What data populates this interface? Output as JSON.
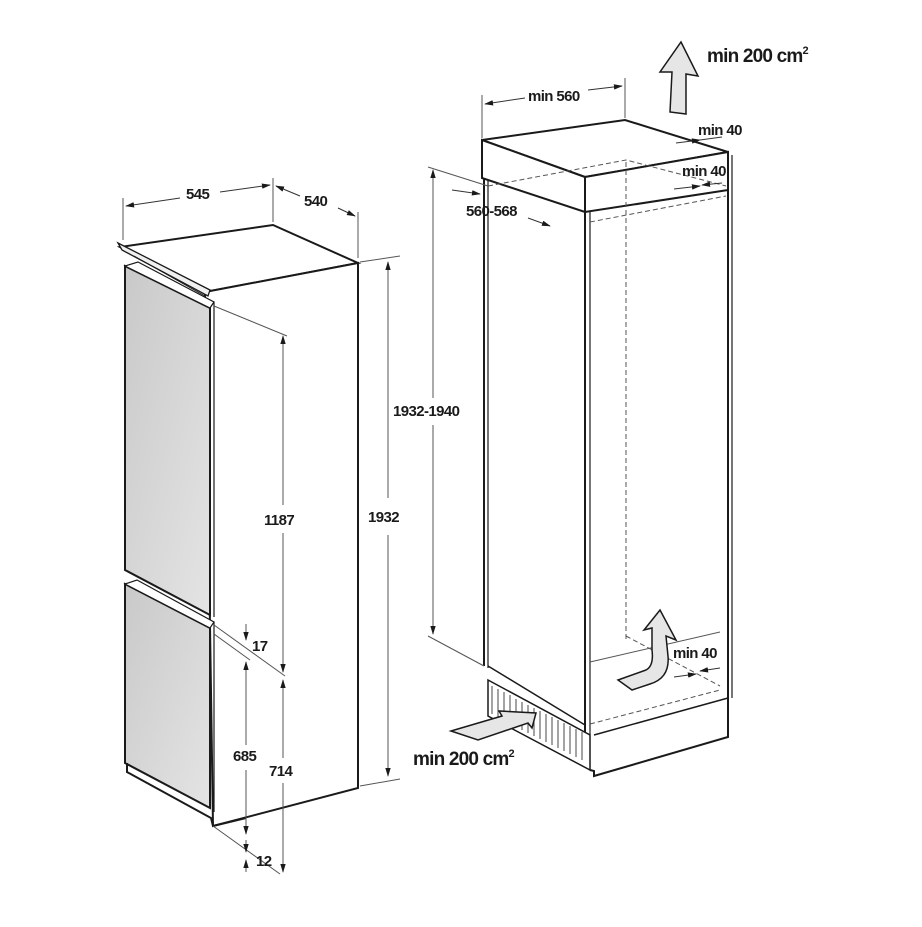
{
  "diagram": {
    "type": "technical installation drawing",
    "colors": {
      "outline": "#1a1a1a",
      "dim_line": "#555555",
      "door_fill": "#d7d7d7",
      "arrow_fill": "#e6e6e6",
      "background": "#ffffff"
    },
    "appliance": {
      "name": "built-in fridge-freezer",
      "dimensions": {
        "width": "545",
        "depth": "540",
        "height": "1932",
        "upper_door": "1187",
        "door_gap": "17",
        "lower_door": "685",
        "lower_section": "714",
        "bottom_offset": "12"
      }
    },
    "niche": {
      "name": "installation niche",
      "dimensions": {
        "min_width": "min 560",
        "depth": "560-568",
        "height": "1932-1940",
        "top_gap_rear": "min 40",
        "top_gap_side": "min 40",
        "bottom_gap": "min 40"
      },
      "ventilation": {
        "top_outlet": {
          "label": "min 200 cm",
          "sup": "2",
          "icon": "arrow-up-icon"
        },
        "bottom_inlet": {
          "label": "min 200 cm",
          "sup": "2",
          "icon": "arrow-right-icon"
        },
        "internal_flow": {
          "icon": "curved-arrow-up-icon"
        }
      }
    }
  }
}
